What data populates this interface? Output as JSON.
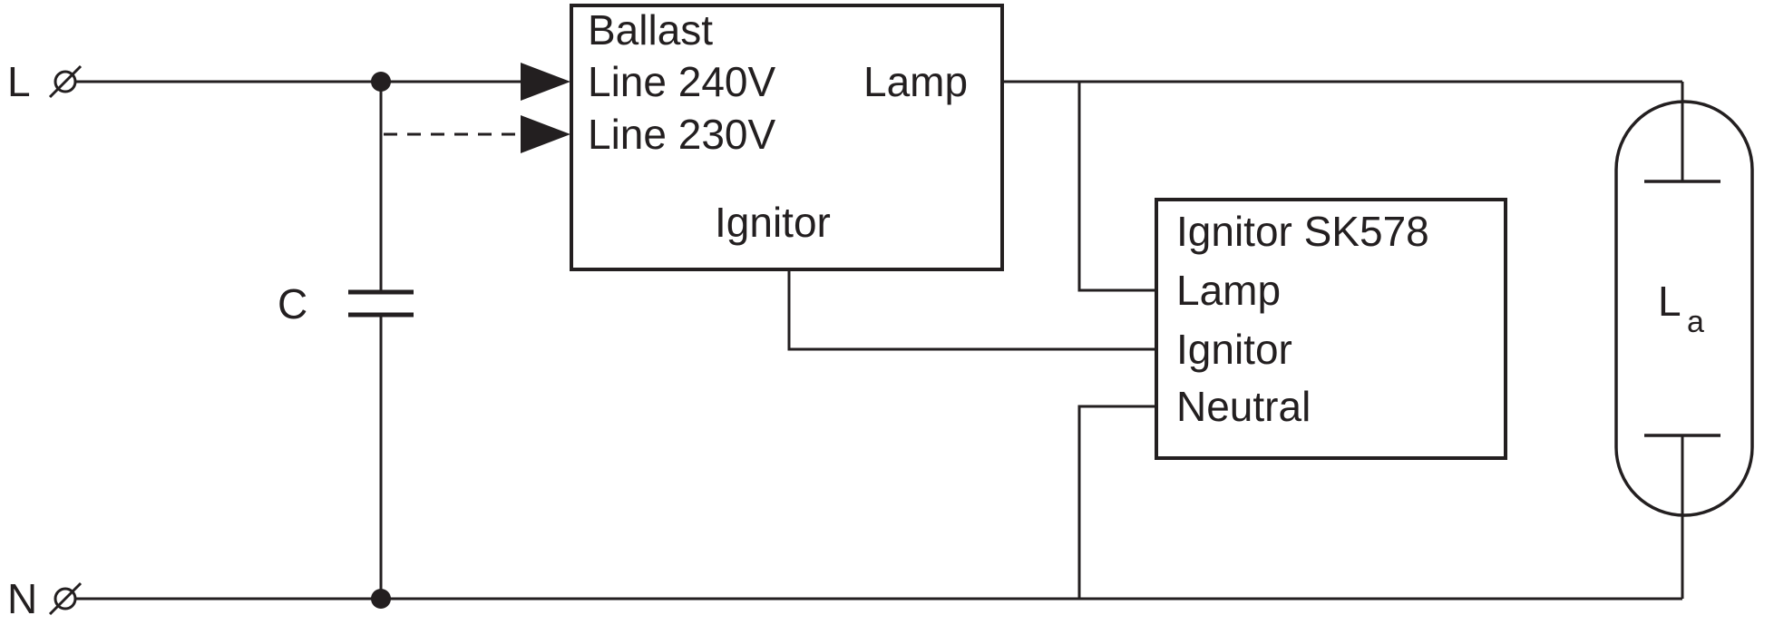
{
  "diagram": {
    "terminals": {
      "line_label": "L",
      "neutral_label": "N"
    },
    "capacitor": {
      "label": "C"
    },
    "ballast_box": {
      "title": "Ballast",
      "line_240_label": "Line 240V",
      "line_230_label": "Line 230V",
      "lamp_terminal_label": "Lamp",
      "ignitor_terminal_label": "Ignitor"
    },
    "ignitor_box": {
      "title": "Ignitor SK578",
      "lamp_terminal_label": "Lamp",
      "ignitor_terminal_label": "Ignitor",
      "neutral_terminal_label": "Neutral"
    },
    "lamp": {
      "label": "L",
      "subscript": "a"
    },
    "colors": {
      "line": "#231f20",
      "background": "#ffffff"
    }
  }
}
